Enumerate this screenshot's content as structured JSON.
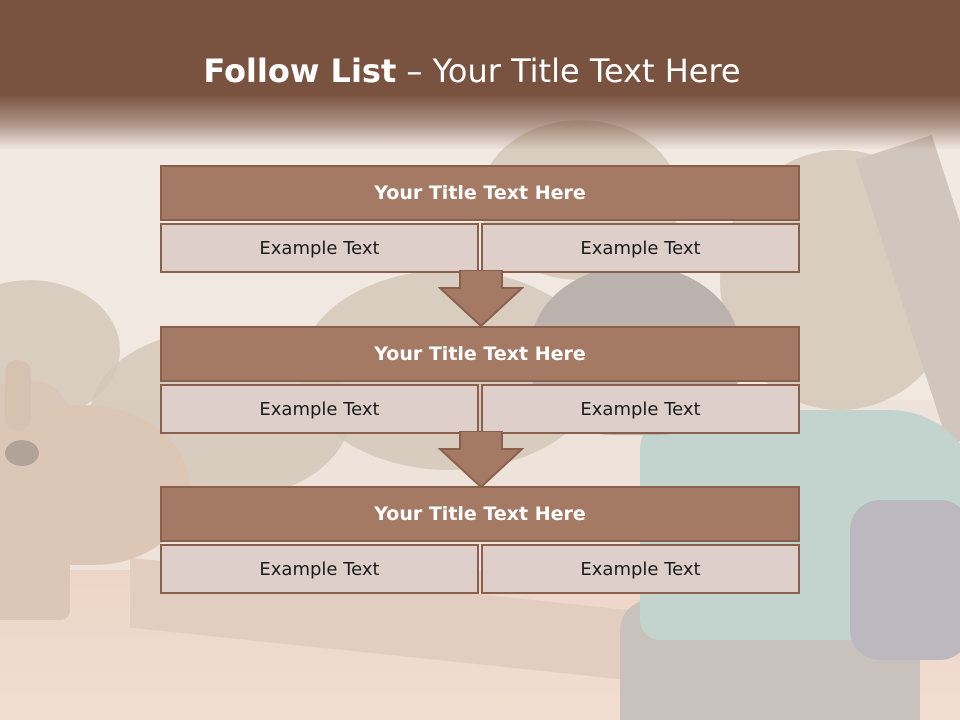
{
  "slide": {
    "title_bold": "Follow List",
    "title_rest": " – Your Title Text Here"
  },
  "flow": [
    {
      "heading": "Your Title Text Here",
      "left_text": "Example Text",
      "right_text": "Example Text"
    },
    {
      "heading": "Your Title Text Here",
      "left_text": "Example Text",
      "right_text": "Example Text"
    },
    {
      "heading": "Your Title Text Here",
      "left_text": "Example Text",
      "right_text": "Example Text"
    }
  ],
  "colors": {
    "header_band": "#7a5340",
    "box_heading": "#a57a65",
    "box_cell": "#decfca",
    "border": "#8a5f4c",
    "arrow": "#a57a65"
  },
  "icons": [
    "down-arrow-icon"
  ]
}
